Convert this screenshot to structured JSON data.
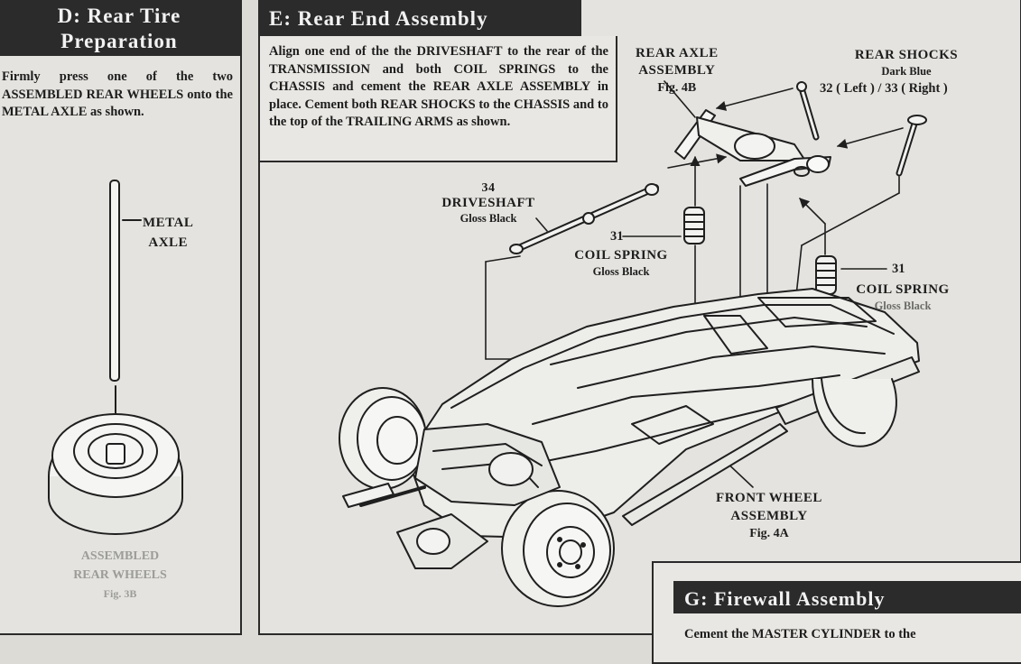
{
  "panel_d": {
    "title_line1": "D: Rear Tire",
    "title_line2": "Preparation",
    "body": "Firmly press one of the two ASSEMBLED REAR WHEELS onto the METAL AXLE as shown.",
    "label_metal_axle_1": "METAL",
    "label_metal_axle_2": "AXLE",
    "label_wheels_1": "ASSEMBLED",
    "label_wheels_2": "REAR WHEELS",
    "label_fig": "Fig. 3B"
  },
  "panel_e": {
    "title": "E: Rear End Assembly",
    "body": "Align one end of the the DRIVESHAFT to the rear of the TRANSMISSION and both COIL SPRINGS to the CHASSIS and cement the REAR AXLE ASSEMBLY in place. Cement both REAR SHOCKS to the CHASSIS and to the top of the TRAILING ARMS as shown.",
    "rear_axle_1": "REAR AXLE",
    "rear_axle_2": "ASSEMBLY",
    "rear_axle_fig": "Fig. 4B",
    "rear_shocks": "REAR SHOCKS",
    "rear_shocks_color": "Dark Blue",
    "shock_parts": "32 ( Left ) / 33 ( Right )",
    "driveshaft_num": "34",
    "driveshaft": "DRIVESHAFT",
    "driveshaft_color": "Gloss Black",
    "coil_left_num": "31",
    "coil_left": "COIL SPRING",
    "coil_left_color": "Gloss Black",
    "coil_right_num": "31",
    "coil_right": "COIL SPRING",
    "coil_right_color": "Gloss Black",
    "front_wheel_1": "FRONT WHEEL",
    "front_wheel_2": "ASSEMBLY",
    "front_wheel_fig": "Fig. 4A"
  },
  "panel_g": {
    "title": "G: Firewall Assembly",
    "body": "Cement the MASTER CYLINDER to the"
  }
}
